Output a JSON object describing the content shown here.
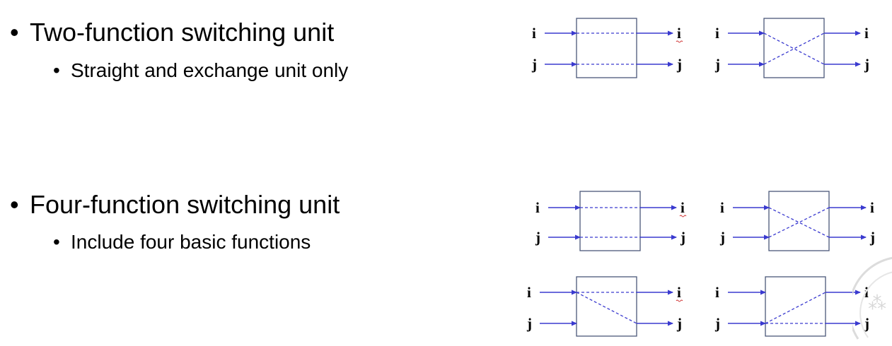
{
  "bullets": [
    {
      "title": "Two-function switching unit",
      "sub": "Straight and exchange unit only"
    },
    {
      "title": "Four-function switching unit",
      "sub": "Include four basic functions"
    }
  ],
  "port_labels": {
    "upper": "i",
    "lower": "j"
  },
  "colors": {
    "wire": "#3a3acf",
    "box": "#4a5878",
    "text": "#000000",
    "watermark": "#dcdcdc"
  },
  "switch_units": [
    {
      "name": "straight",
      "group": "two-function",
      "upper_to": "upper",
      "lower_to": "lower"
    },
    {
      "name": "exchange",
      "group": "two-function",
      "upper_to": "lower",
      "lower_to": "upper"
    },
    {
      "name": "straight",
      "group": "four-function",
      "upper_to": "upper",
      "lower_to": "lower"
    },
    {
      "name": "exchange",
      "group": "four-function",
      "upper_to": "lower",
      "lower_to": "upper"
    },
    {
      "name": "upper-broadcast",
      "group": "four-function",
      "upper_to": "both",
      "lower_to": "none"
    },
    {
      "name": "lower-broadcast",
      "group": "four-function",
      "upper_to": "none",
      "lower_to": "both"
    }
  ]
}
